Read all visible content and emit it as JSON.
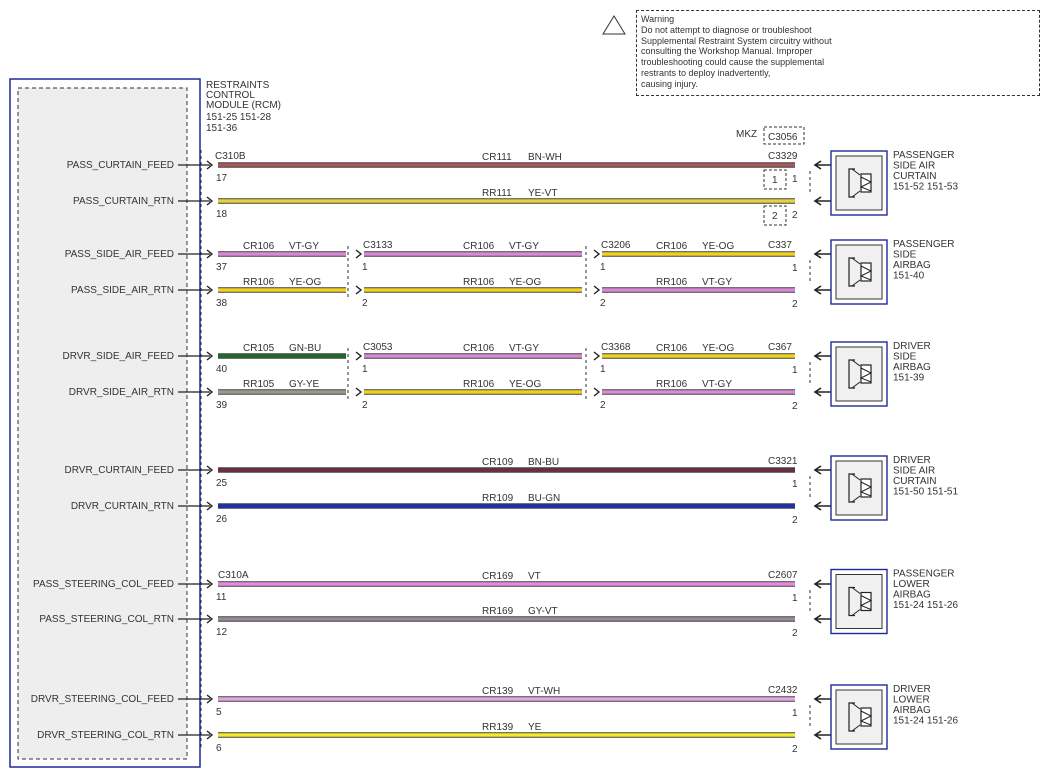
{
  "warning": {
    "lines": [
      "Warning",
      "Do not attempt to diagnose or troubleshoot",
      "Supplemental Restraint System circuitry without",
      "consulting the Workshop Manual. Improper",
      "troubleshooting could cause the supplemental",
      "restrants to deploy inadvertently,",
      "causing injury."
    ]
  },
  "module": {
    "label": [
      "RESTRAINTS",
      "CONTROL",
      "MODULE (RCM)",
      "151-25  151-28",
      "151-36"
    ]
  },
  "variant": {
    "label": "MKZ",
    "connector": "C3056"
  },
  "pins": [
    "PASS_CURTAIN_FEED",
    "PASS_CURTAIN_RTN",
    "PASS_SIDE_AIR_FEED",
    "PASS_SIDE_AIR_RTN",
    "DRVR_SIDE_AIR_FEED",
    "DRVR_SIDE_AIR_RTN",
    "DRVR_CURTAIN_FEED",
    "DRVR_CURTAIN_RTN",
    "PASS_STEERING_COL_FEED",
    "PASS_STEERING_COL_RTN",
    "DRVR_STEERING_COL_FEED",
    "DRVR_STEERING_COL_RTN"
  ],
  "pin_numbers": [
    "17",
    "18",
    "37",
    "38",
    "40",
    "39",
    "25",
    "26",
    "11",
    "12",
    "5",
    "6"
  ],
  "module_connectors": [
    "C310B",
    "C310A"
  ],
  "inline_connectors": [
    "C3133",
    "C3206",
    "C3053",
    "C3368"
  ],
  "end_connectors": [
    "C3329",
    "C337",
    "C367",
    "C3321",
    "C2607",
    "C2432"
  ],
  "wires": [
    {
      "circuit": "CR111",
      "color": "BN-WH"
    },
    {
      "circuit": "RR111",
      "color": "YE-VT"
    },
    {
      "circuit": "CR106",
      "color": "VT-GY"
    },
    {
      "circuit": "CR106",
      "color": "VT-GY"
    },
    {
      "circuit": "CR106",
      "color": "YE-OG"
    },
    {
      "circuit": "RR106",
      "color": "YE-OG"
    },
    {
      "circuit": "RR106",
      "color": "YE-OG"
    },
    {
      "circuit": "RR106",
      "color": "VT-GY"
    },
    {
      "circuit": "CR105",
      "color": "GN-BU"
    },
    {
      "circuit": "CR106",
      "color": "VT-GY"
    },
    {
      "circuit": "CR106",
      "color": "YE-OG"
    },
    {
      "circuit": "RR105",
      "color": "GY-YE"
    },
    {
      "circuit": "RR106",
      "color": "YE-OG"
    },
    {
      "circuit": "RR106",
      "color": "VT-GY"
    },
    {
      "circuit": "CR109",
      "color": "BN-BU"
    },
    {
      "circuit": "RR109",
      "color": "BU-GN"
    },
    {
      "circuit": "CR169",
      "color": "VT"
    },
    {
      "circuit": "RR169",
      "color": "GY-VT"
    },
    {
      "circuit": "CR139",
      "color": "VT-WH"
    },
    {
      "circuit": "RR139",
      "color": "YE"
    }
  ],
  "inline_pins": [
    "1",
    "2"
  ],
  "components": [
    {
      "label": [
        "PASSENGER",
        "SIDE AIR",
        "CURTAIN",
        "151-52  151-53"
      ]
    },
    {
      "label": [
        "PASSENGER",
        "SIDE",
        "AIRBAG",
        "151-40"
      ]
    },
    {
      "label": [
        "DRIVER",
        "SIDE",
        "AIRBAG",
        "151-39"
      ]
    },
    {
      "label": [
        "DRIVER",
        "SIDE AIR",
        "CURTAIN",
        "151-50  151-51"
      ]
    },
    {
      "label": [
        "PASSENGER",
        "LOWER",
        "AIRBAG",
        "151-24  151-26"
      ]
    },
    {
      "label": [
        "DRIVER",
        "LOWER",
        "AIRBAG",
        "151-24  151-26"
      ]
    }
  ],
  "wire_colors": {
    "BN-WH": "#a85858",
    "YE-VT": "#e8d23a",
    "VT-GY": "#d98ad6",
    "YE-OG": "#f0d21e",
    "GN-BU": "#1e6b2a",
    "GY-YE": "#9a9a8a",
    "BN-BU": "#6a2e40",
    "BU-GN": "#1d2fb0",
    "VT": "#e48be0",
    "GY-VT": "#9a8a9a",
    "VT-WH": "#e6a5e8",
    "YE": "#f2ee22"
  },
  "icons": [
    "warning-triangle-icon",
    "squib-icon",
    "connector-arrow-icon"
  ]
}
